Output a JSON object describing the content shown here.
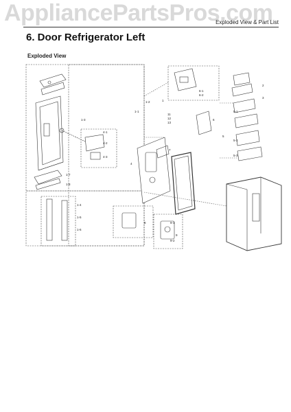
{
  "watermark": "AppliancePartsPros.com",
  "header": {
    "label": "Exploded View & Part List"
  },
  "title": "6.  Door Refrigerator Left",
  "section": "Exploded View",
  "callouts": {
    "c1": "1",
    "c2": "2",
    "c3": "3",
    "c4": "4",
    "c5": "5",
    "c6": "6",
    "c7": "7",
    "c8": "8",
    "c9": "9",
    "c11": "11",
    "c12": "12",
    "c13": "13",
    "c14": "1-1",
    "c15": "1-2",
    "c16": "1-3",
    "c17": "4-1",
    "c18": "4-2",
    "c19": "4-3",
    "c20": "5-1",
    "c21": "5-2",
    "c22": "5-3",
    "c23": "6-1",
    "c24": "6-2",
    "c25": "9-1",
    "c26": "9-2",
    "c27": "1-4",
    "c28": "1-5",
    "c29": "1-6",
    "c30": "1-7",
    "c31": "1-8"
  }
}
